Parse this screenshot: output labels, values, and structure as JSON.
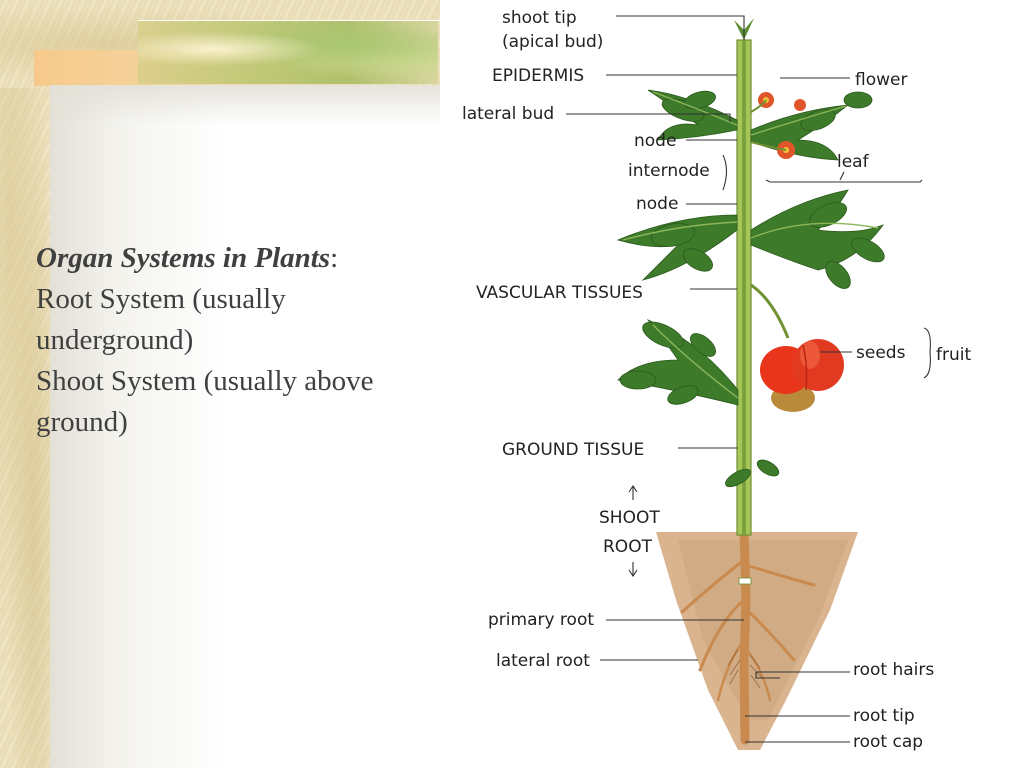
{
  "heading": {
    "title": "Organ Systems in Plants",
    "colon": ":",
    "line1": "Root System (usually",
    "line2": "underground)",
    "line3": "Shoot System (usually above",
    "line4": "ground)"
  },
  "diagram": {
    "labels": {
      "shoot_tip": "shoot tip",
      "apical_bud": "(apical bud)",
      "epidermis": "EPIDERMIS",
      "lateral_bud": "lateral bud",
      "node_top": "node",
      "internode": "internode",
      "node_bottom": "node",
      "vascular_tissues": "VASCULAR TISSUES",
      "ground_tissue": "GROUND TISSUE",
      "shoot": "SHOOT",
      "root": "ROOT",
      "primary_root": "primary root",
      "lateral_root": "lateral root",
      "flower": "flower",
      "leaf": "leaf",
      "seeds": "seeds",
      "fruit": "fruit",
      "root_hairs": "root hairs",
      "root_tip": "root tip",
      "root_cap": "root cap"
    },
    "colors": {
      "stem": "#a6c65a",
      "leaf": "#3d7a2a",
      "fruit": "#e8351c",
      "soil": "#d9b48f",
      "root": "#c88a4e"
    }
  }
}
